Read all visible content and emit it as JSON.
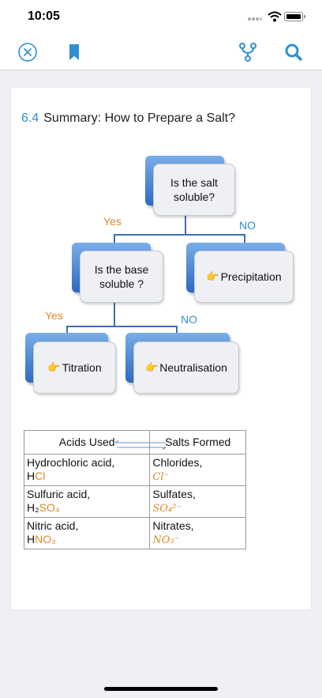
{
  "status": {
    "time": "10:05"
  },
  "toolbar": {
    "close_icon": "close-circle-icon",
    "bookmark_icon": "bookmark-icon",
    "fork_icon": "branch-icon",
    "search_icon": "search-icon"
  },
  "content": {
    "section_number": "6.4",
    "title": "Summary: How to Prepare a Salt?",
    "flowchart": {
      "root": [
        "Is the salt",
        "soluble?"
      ],
      "yes_label_1": "Yes",
      "no_label_1": "NO",
      "base_node": [
        "Is the base",
        "soluble ?"
      ],
      "precipitation": "Precipitation",
      "yes_label_2": "Yes",
      "no_label_2": "NO",
      "titration": "Titration",
      "neutralisation": "Neutralisation"
    },
    "table": {
      "headers": [
        "Acids Used",
        "Salts Formed"
      ],
      "rows": [
        {
          "acid_name": "Hydrochloric acid,",
          "acid_formula_plain": "H",
          "acid_formula_hl": "Cl",
          "salt_name": "Chlorides,",
          "salt_ion": "Cl⁻"
        },
        {
          "acid_name": "Sulfuric acid,",
          "acid_formula_plain": "H₂",
          "acid_formula_hl": "SO₄",
          "salt_name": "Sulfates,",
          "salt_ion": "SO₄²⁻"
        },
        {
          "acid_name": "Nitric acid,",
          "acid_formula_plain": "H",
          "acid_formula_hl": "NO₃",
          "salt_name": "Nitrates,",
          "salt_ion": "NO₃⁻"
        }
      ]
    }
  },
  "colors": {
    "accent": "#2f8fd0",
    "orange": "#e08a2c",
    "node_blue": "#2c69c4"
  }
}
